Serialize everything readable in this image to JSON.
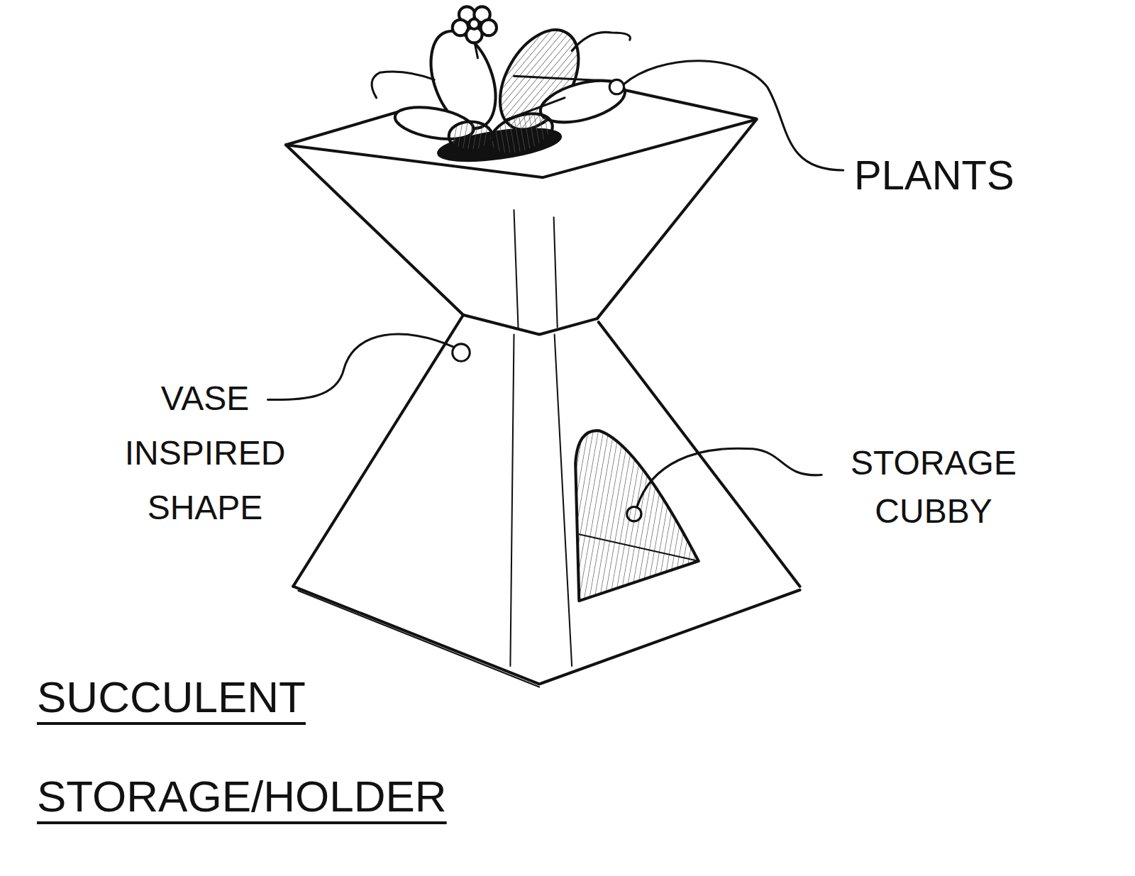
{
  "diagram": {
    "title": "SUCCULENT STORAGE/HOLDER",
    "labels": [
      "PLANTS",
      "VASE INSPIRED SHAPE",
      "STORAGE CUBBY"
    ]
  }
}
